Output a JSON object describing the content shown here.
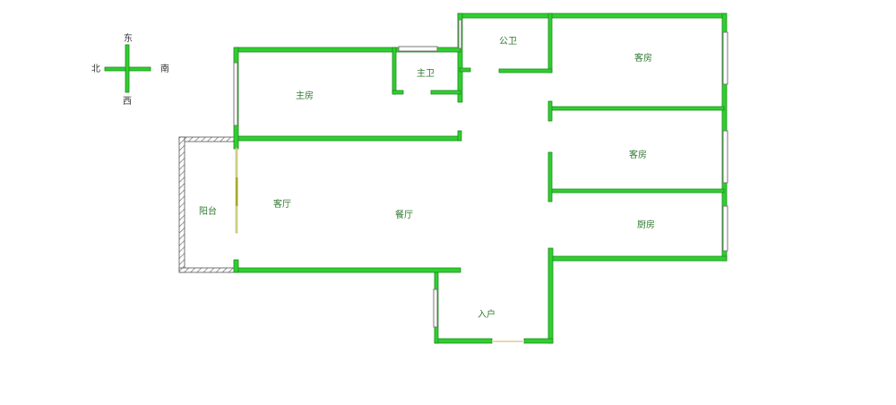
{
  "compass": {
    "north": "北",
    "south": "南",
    "east": "东",
    "west": "西"
  },
  "rooms": {
    "master_bedroom": "主房",
    "master_bath": "主卫",
    "public_bath": "公卫",
    "guest_room_1": "客房",
    "guest_room_2": "客房",
    "balcony": "阳台",
    "living_room": "客厅",
    "dining_room": "餐厅",
    "kitchen": "厨房",
    "entrance": "入户"
  },
  "colors": {
    "wall": "#2fcf2f",
    "wall_outline": "#1d8a1d",
    "door": "#c8c860"
  }
}
